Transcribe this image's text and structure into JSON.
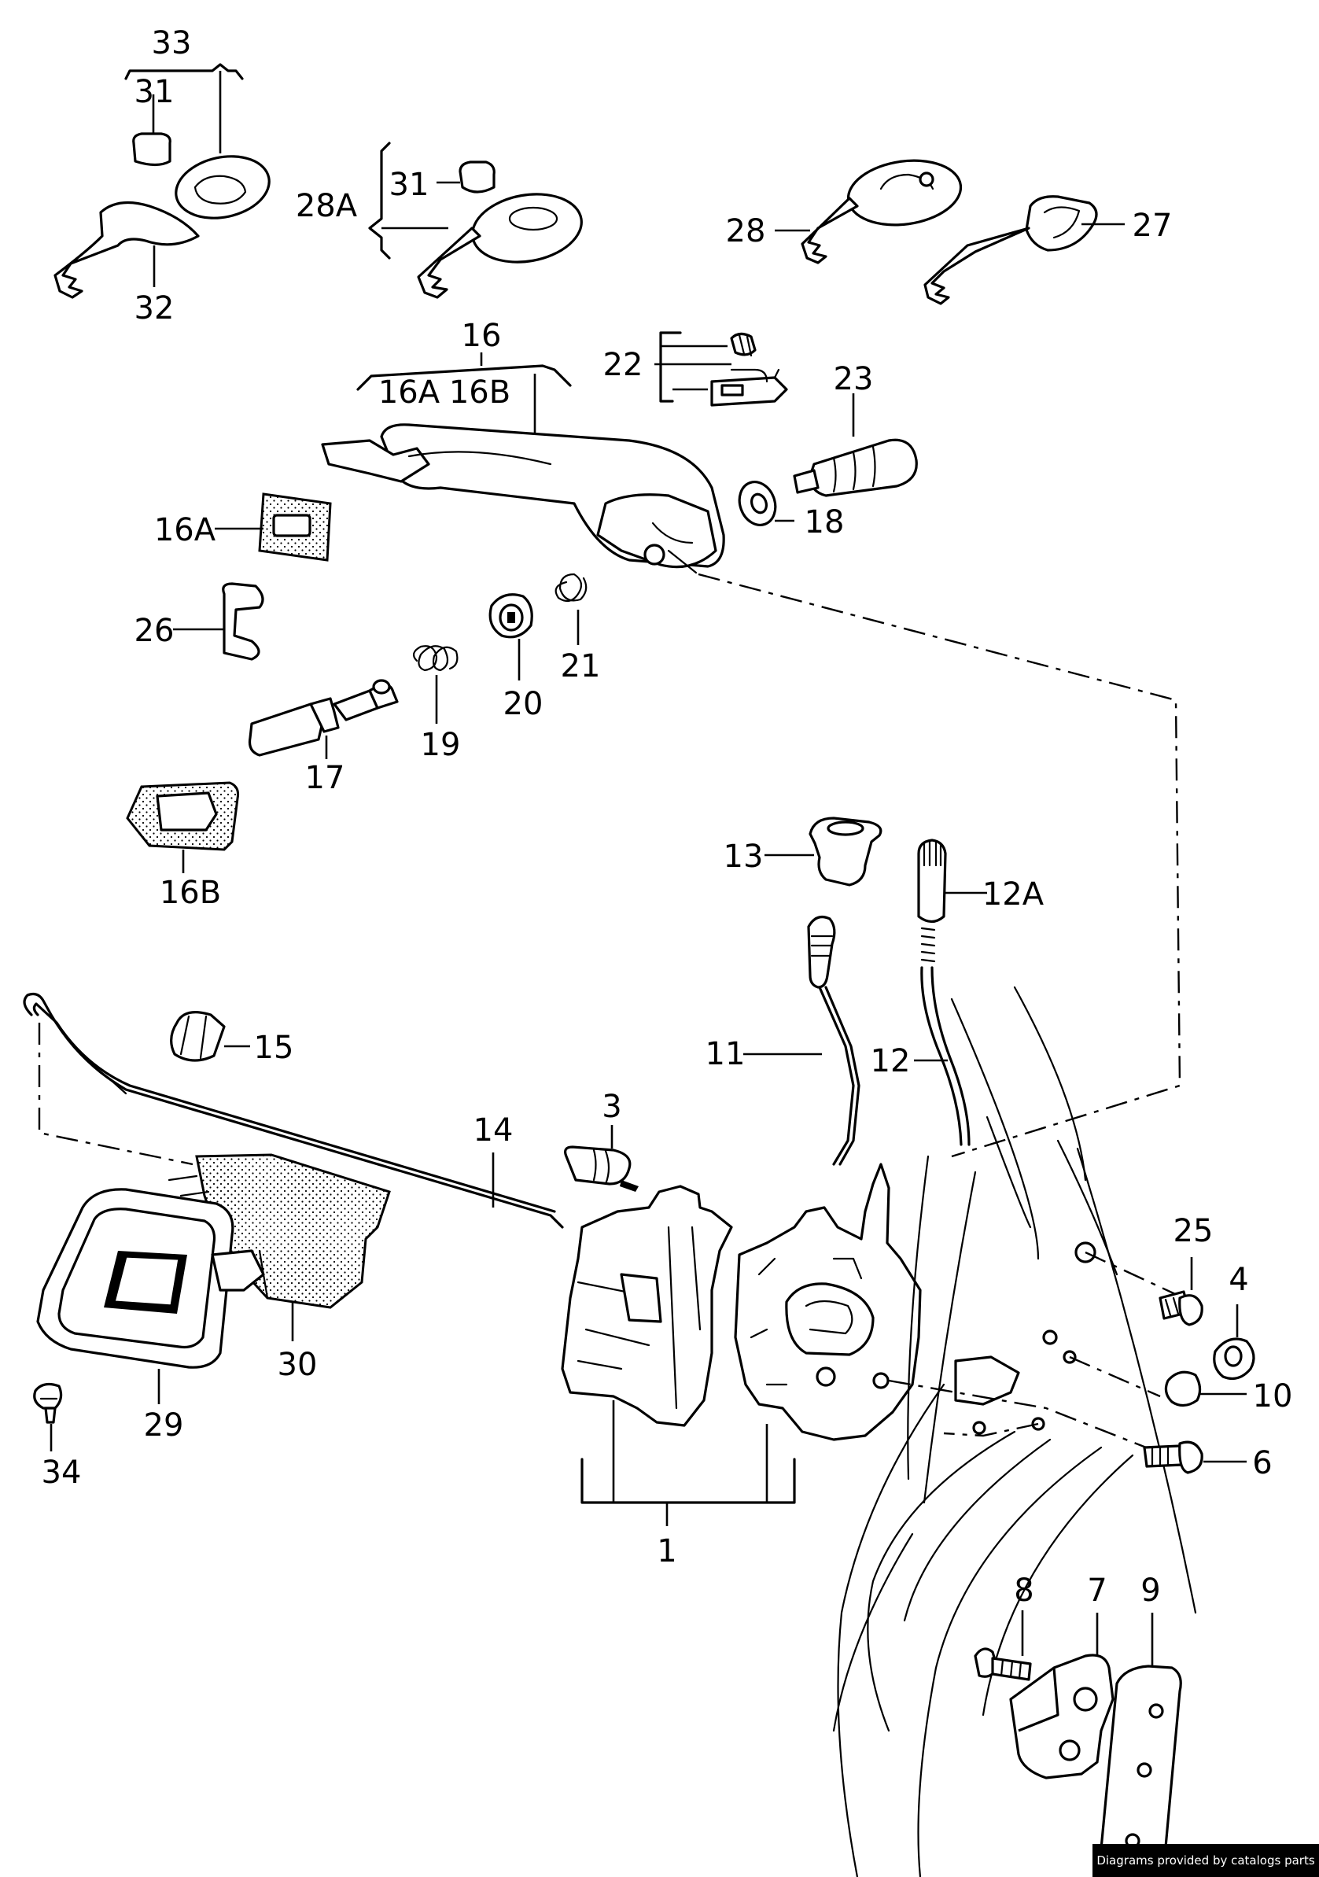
{
  "labels": {
    "l33": "33",
    "l31a": "31",
    "l32": "32",
    "l28a": "28A",
    "l31b": "31",
    "l28": "28",
    "l27": "27",
    "l16": "16",
    "l16a_group": "16A",
    "l16b_group": "16B",
    "l22": "22",
    "l23": "23",
    "l18": "18",
    "l16a": "16A",
    "l26": "26",
    "l21": "21",
    "l20": "20",
    "l19": "19",
    "l17": "17",
    "l16b": "16B",
    "l13": "13",
    "l12a": "12A",
    "l11": "11",
    "l12": "12",
    "l15": "15",
    "l14": "14",
    "l3": "3",
    "l30": "30",
    "l29": "29",
    "l34": "34",
    "l1": "1",
    "l25": "25",
    "l4": "4",
    "l10": "10",
    "l6": "6",
    "l8": "8",
    "l7": "7",
    "l9": "9"
  },
  "credit": "Diagrams provided by catalogs parts"
}
